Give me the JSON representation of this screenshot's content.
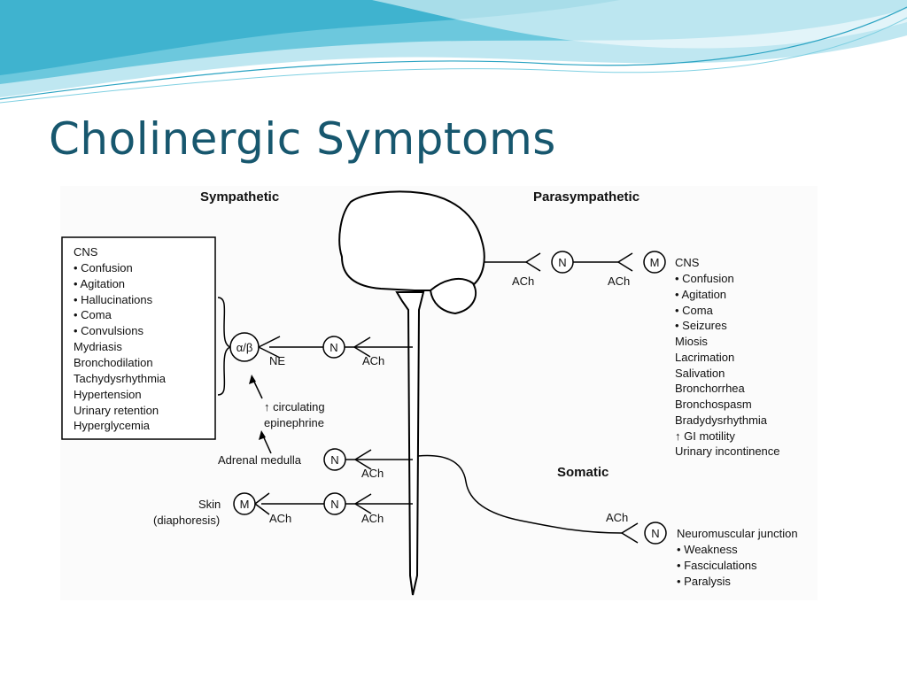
{
  "slide": {
    "title": "Cholinergic Symptoms"
  },
  "diagram": {
    "headers": {
      "sympathetic": "Sympathetic",
      "parasympathetic": "Parasympathetic",
      "somatic": "Somatic"
    },
    "receptors": {
      "alpha_beta": "α/β",
      "nicotinic": "N",
      "muscarinic": "M"
    },
    "transmitters": {
      "ach": "ACh",
      "ne": "NE"
    },
    "sympathetic_box": [
      "CNS",
      "•  Confusion",
      "•  Agitation",
      "•  Hallucinations",
      "•  Coma",
      "•  Convulsions",
      "Mydriasis",
      "Bronchodilation",
      "Tachydysrhythmia",
      "Hypertension",
      "Urinary retention",
      "Hyperglycemia"
    ],
    "parasympathetic_list": [
      "CNS",
      "•  Confusion",
      "•  Agitation",
      "•  Coma",
      "•  Seizures",
      "Miosis",
      "Lacrimation",
      "Salivation",
      "Bronchorrhea",
      "Bronchospasm",
      "Bradydysrhythmia",
      "↑ GI motility",
      "Urinary incontinence"
    ],
    "somatic_list": [
      "Neuromuscular junction",
      "•  Weakness",
      "•  Fasciculations",
      "•  Paralysis"
    ],
    "circulating": [
      "↑ circulating",
      "epinephrine"
    ],
    "adrenal_medulla": "Adrenal medulla",
    "skin": [
      "Skin",
      "(diaphoresis)"
    ]
  },
  "colors": {
    "title": "#17576e",
    "wave_dark": "#3fb3cf",
    "wave_light": "#bfe7f1"
  }
}
